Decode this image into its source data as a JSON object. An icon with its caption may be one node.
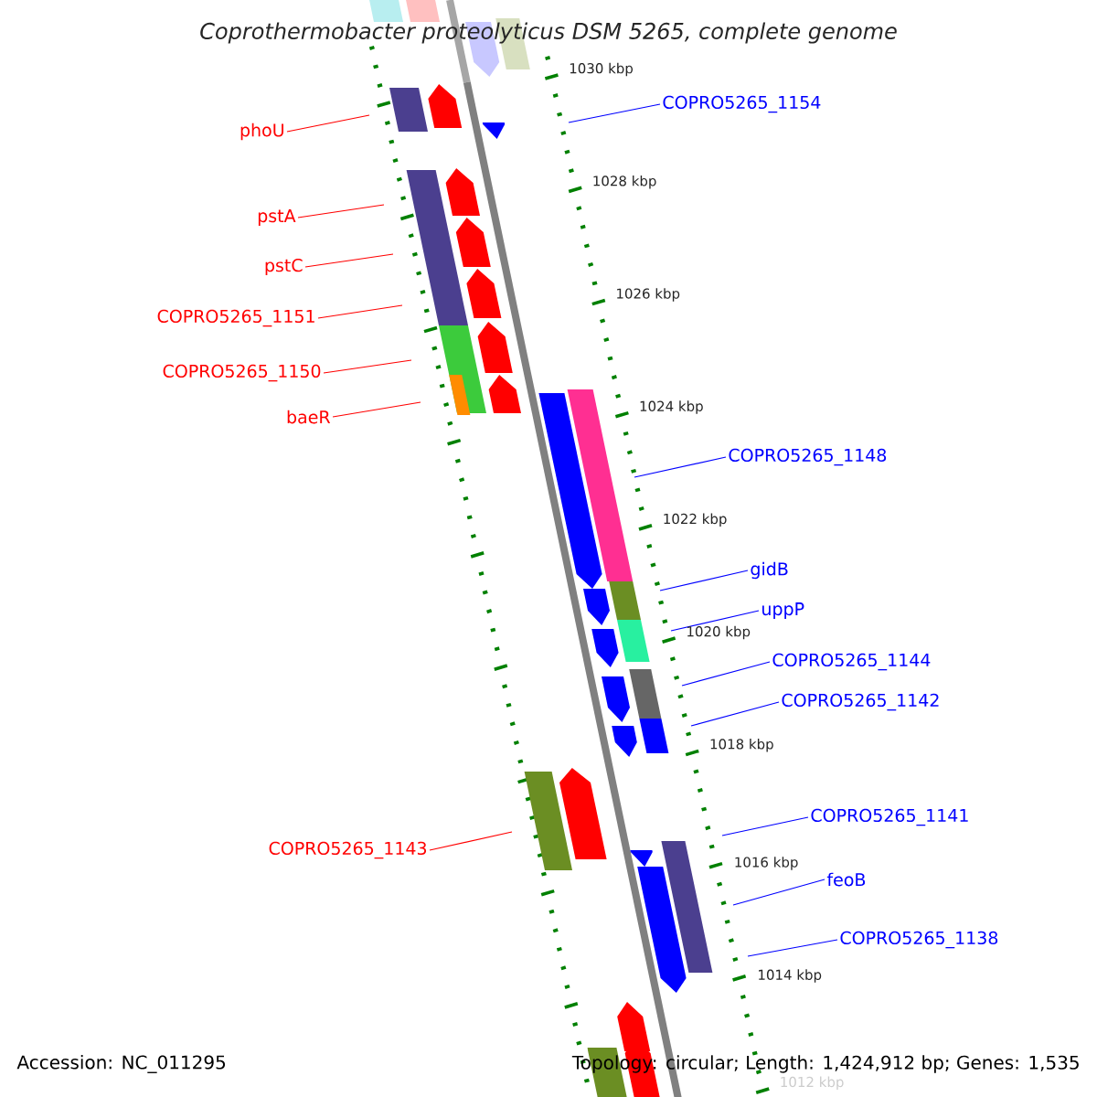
{
  "diagram": {
    "title": "Coprothermobacter proteolyticus DSM 5265, complete genome",
    "nodes": [
      {
        "text": [
          "COPRO5265_1154"
        ]
      },
      {
        "text": [
          "phoU"
        ]
      },
      {
        "text": [
          "pstA"
        ]
      },
      {
        "text": [
          "pstC"
        ]
      },
      {
        "text": [
          "COPRO5265_1151"
        ]
      },
      {
        "text": [
          "COPRO5265_1150"
        ]
      },
      {
        "text": [
          "baeR"
        ]
      },
      {
        "text": [
          "COPRO5265_1148"
        ]
      },
      {
        "text": [
          "gidB"
        ]
      },
      {
        "text": [
          "uppP"
        ]
      },
      {
        "text": [
          "COPRO5265_1144"
        ]
      },
      {
        "text": [
          "COPRO5265_1142"
        ]
      },
      {
        "text": [
          "COPRO5265_1141"
        ]
      },
      {
        "text": [
          "COPRO5265_1143"
        ]
      },
      {
        "text": [
          "feoB"
        ]
      },
      {
        "text": [
          "COPRO5265_1138"
        ]
      }
    ],
    "edges": [
      {
        "from": 0,
        "to": null,
        "arrow": "none"
      },
      {
        "from": 1,
        "to": null,
        "arrow": "none",
        "color": "#ff0000"
      },
      {
        "from": 2,
        "to": null,
        "arrow": "none",
        "color": "#ff0000"
      },
      {
        "from": 3,
        "to": null,
        "arrow": "none",
        "color": "#ff0000"
      },
      {
        "from": 4,
        "to": null,
        "arrow": "none",
        "color": "#ff0000"
      },
      {
        "from": 5,
        "to": null,
        "arrow": "none",
        "color": "#ff0000"
      },
      {
        "from": 6,
        "to": null,
        "arrow": "none",
        "color": "#ff0000"
      },
      {
        "from": 7,
        "to": null,
        "arrow": "none"
      },
      {
        "from": 8,
        "to": null,
        "arrow": "none"
      },
      {
        "from": 9,
        "to": null,
        "arrow": "none"
      },
      {
        "from": 10,
        "to": null,
        "arrow": "none"
      },
      {
        "from": 11,
        "to": null,
        "arrow": "none"
      },
      {
        "from": 12,
        "to": null,
        "arrow": "none"
      },
      {
        "from": 13,
        "to": null,
        "arrow": "none",
        "color": "#ff0000"
      },
      {
        "from": 14,
        "to": null,
        "arrow": "none"
      },
      {
        "from": 15,
        "to": null,
        "arrow": "none"
      }
    ],
    "labels": [
      "1030 kbp",
      "1028 kbp",
      "1026 kbp",
      "1024 kbp",
      "1022 kbp",
      "1020 kbp",
      "1018 kbp",
      "1016 kbp",
      "1014 kbp",
      "1012 kbp",
      "Accession: NC_011295",
      "Topology: circular; Length: 1,424,912 bp; Genes: 1,535"
    ]
  }
}
